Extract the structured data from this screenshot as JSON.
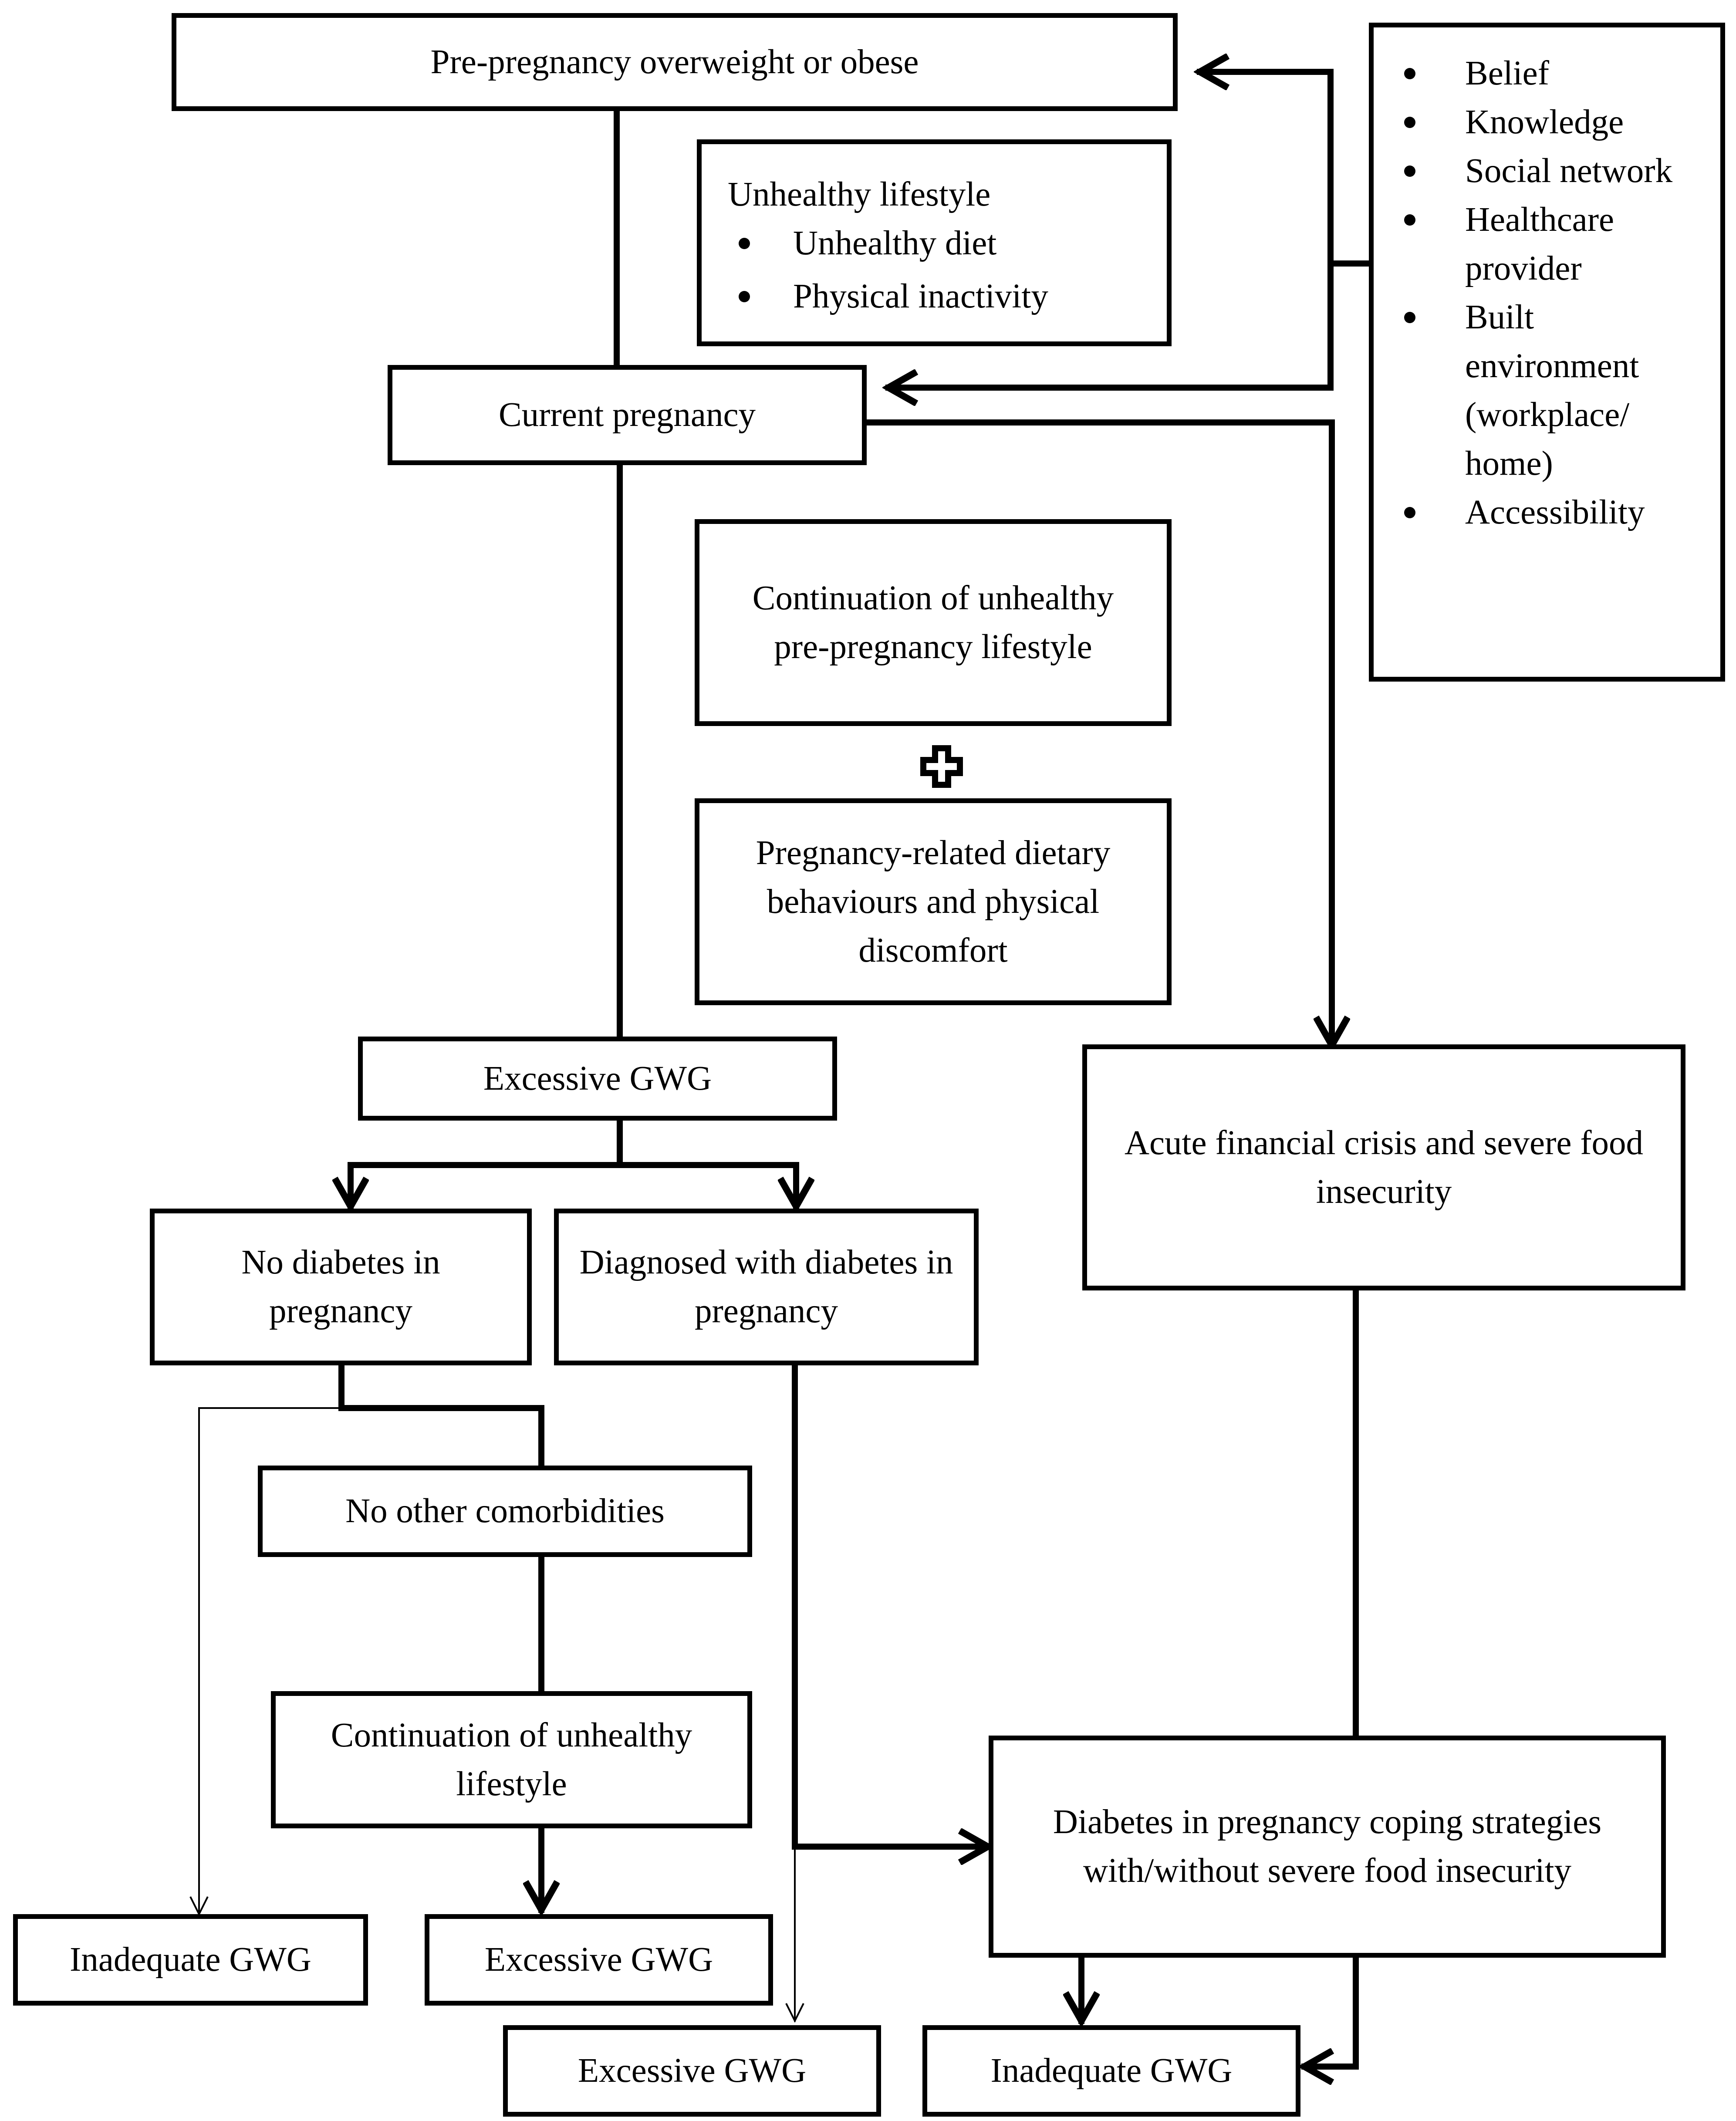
{
  "boxes": {
    "prepregnancy": "Pre-pregnancy overweight or obese",
    "lifestyle": {
      "title": "Unhealthy lifestyle",
      "items": [
        "Unhealthy diet",
        "Physical inactivity"
      ]
    },
    "factors": {
      "items": [
        "Belief",
        "Knowledge",
        "Social network",
        "Healthcare provider",
        "Built environment (workplace/ home)",
        "Accessibility"
      ]
    },
    "current_pregnancy": "Current pregnancy",
    "continuation_prepregnancy": "Continuation of unhealthy pre-pregnancy lifestyle",
    "pregnancy_related": "Pregnancy-related dietary behaviours and physical discomfort",
    "excessive_gwg_main": "Excessive GWG",
    "financial_crisis": "Acute financial crisis and severe food insecurity",
    "no_diabetes": "No diabetes in pregnancy",
    "diagnosed_diabetes": "Diagnosed with diabetes in pregnancy",
    "no_comorbidities": "No other comorbidities",
    "continuation_unhealthy": "Continuation of unhealthy lifestyle",
    "coping_strategies": "Diabetes in pregnancy coping strategies with/without severe food insecurity",
    "inadequate_gwg_left": "Inadequate GWG",
    "excessive_gwg_mid": "Excessive GWG",
    "excessive_gwg_bottom": "Excessive GWG",
    "inadequate_gwg_bottom": "Inadequate GWG"
  },
  "connector_symbol": "plus-sign"
}
